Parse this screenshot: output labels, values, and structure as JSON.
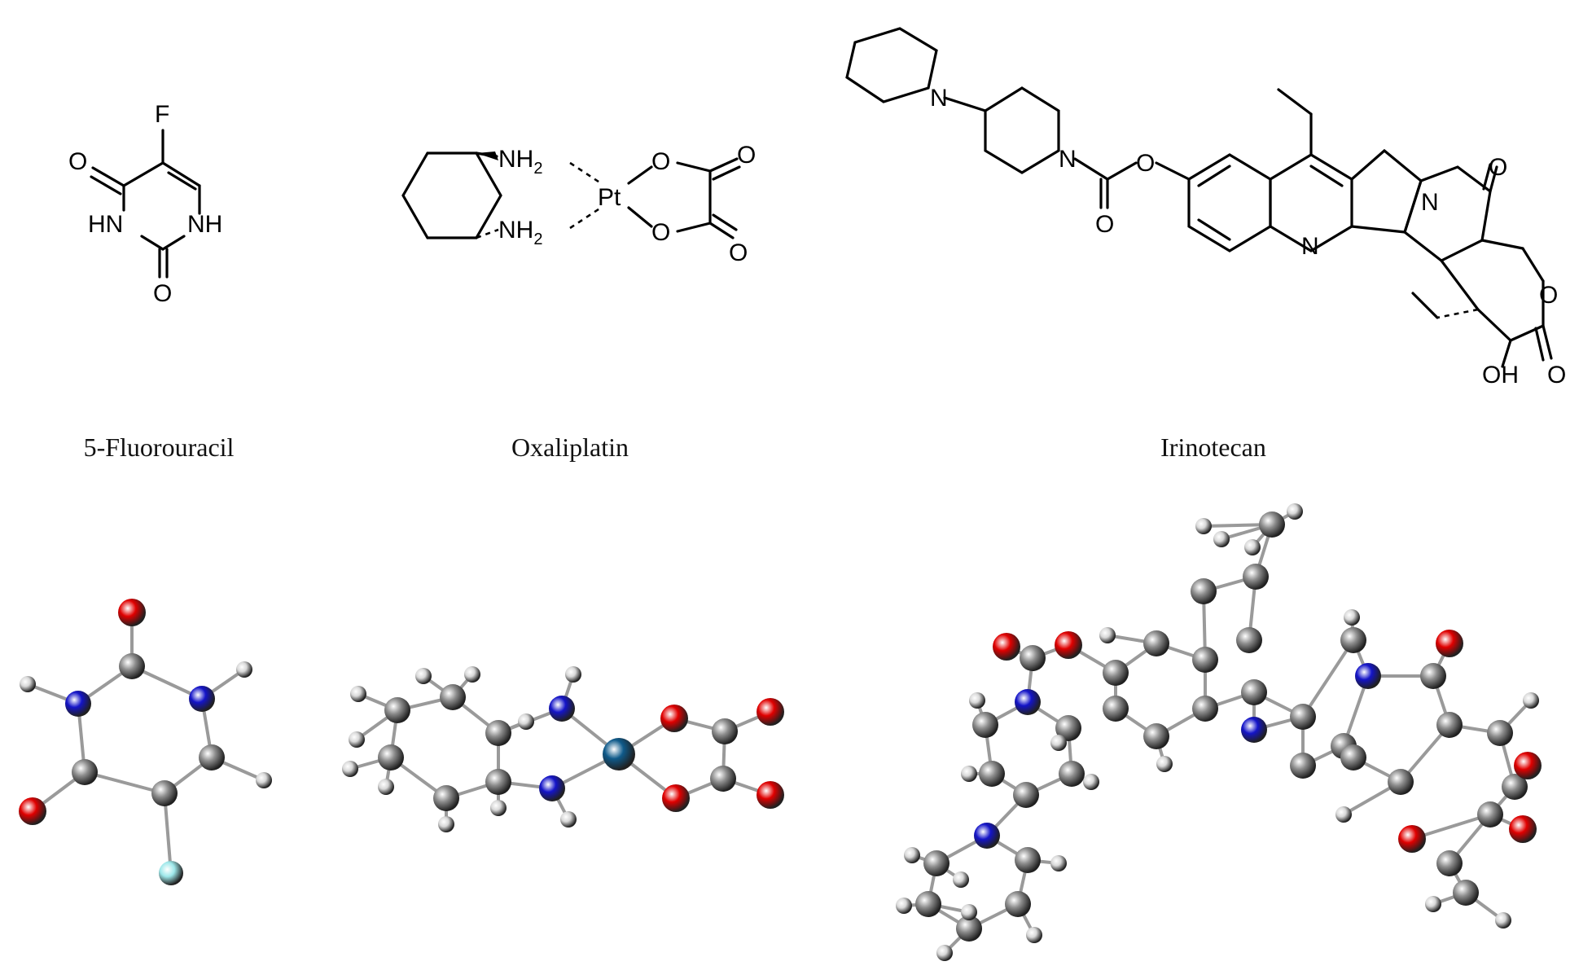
{
  "molecules": [
    {
      "id": "fu",
      "name": "5-Fluorouracil",
      "atom_labels": {
        "f": "F",
        "o1": "O",
        "o2": "O",
        "nh1": "HN",
        "nh2": "NH"
      },
      "ball_colors": {
        "c": "#8c8c8c",
        "n": "#1414c8",
        "o": "#e00000",
        "h": "#d8d8d8",
        "f": "#9ee8ea"
      }
    },
    {
      "id": "ox",
      "name": "Oxaliplatin",
      "atom_labels": {
        "nh2a": "NH",
        "nh2a_sub": "2",
        "nh2b": "NH",
        "nh2b_sub": "2",
        "pt": "Pt",
        "o1": "O",
        "o2": "O",
        "o3": "O",
        "o4": "O"
      },
      "ball_colors": {
        "c": "#8c8c8c",
        "n": "#1414c8",
        "o": "#e00000",
        "h": "#d8d8d8",
        "pt": "#0f5a8a"
      }
    },
    {
      "id": "ir",
      "name": "Irinotecan",
      "atom_labels": {
        "n1": "N",
        "n2": "N",
        "n3": "N",
        "n4": "N",
        "o1": "O",
        "o2": "O",
        "o3": "O",
        "o4": "O",
        "o5": "O",
        "oh": "OH"
      },
      "ball_colors": {
        "c": "#8c8c8c",
        "n": "#1414c8",
        "o": "#e00000",
        "h": "#d8d8d8"
      }
    }
  ]
}
